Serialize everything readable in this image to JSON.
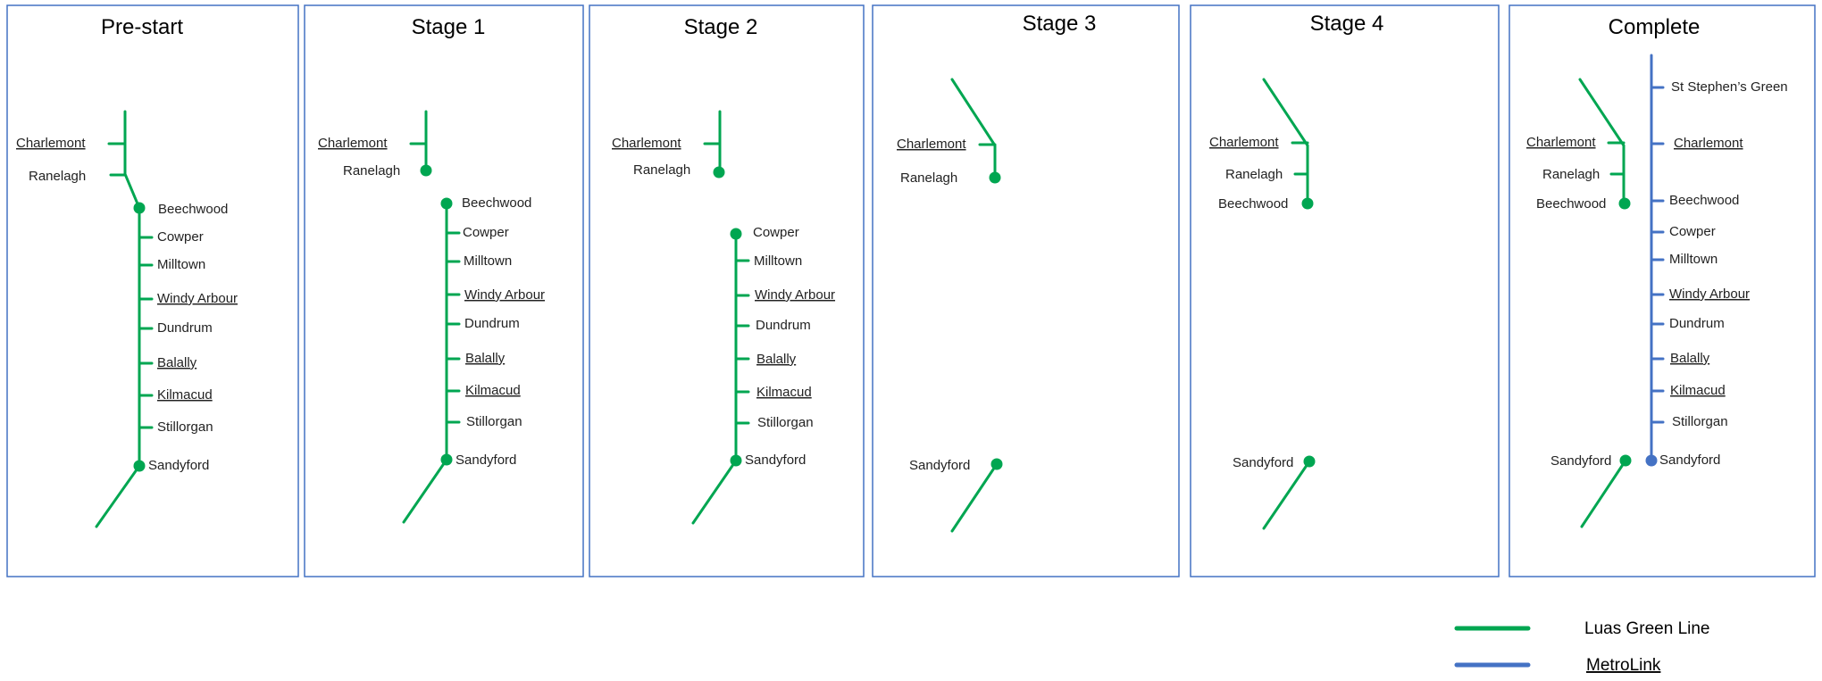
{
  "panels": {
    "prestart": "Pre-start",
    "stage1": "Stage 1",
    "stage2": "Stage 2",
    "stage3": "Stage 3",
    "stage4": "Stage 4",
    "complete": "Complete"
  },
  "stations": {
    "st_stephens_green": "St Stephen’s Green",
    "charlemont": "Charlemont",
    "ranelagh": "Ranelagh",
    "beechwood": "Beechwood",
    "cowper": "Cowper",
    "milltown": "Milltown",
    "windy_arbour": "Windy Arbour",
    "dundrum": "Dundrum",
    "balally": "Balally",
    "kilmacud": "Kilmacud",
    "stillorgan": "Stillorgan",
    "sandyford": "Sandyford"
  },
  "legend": {
    "green_label": "Luas Green Line",
    "blue_label": "MetroLink"
  },
  "colors": {
    "luas_green": "#00a651",
    "metrolink_blue": "#4472c4",
    "panel_border": "#4472c4"
  }
}
